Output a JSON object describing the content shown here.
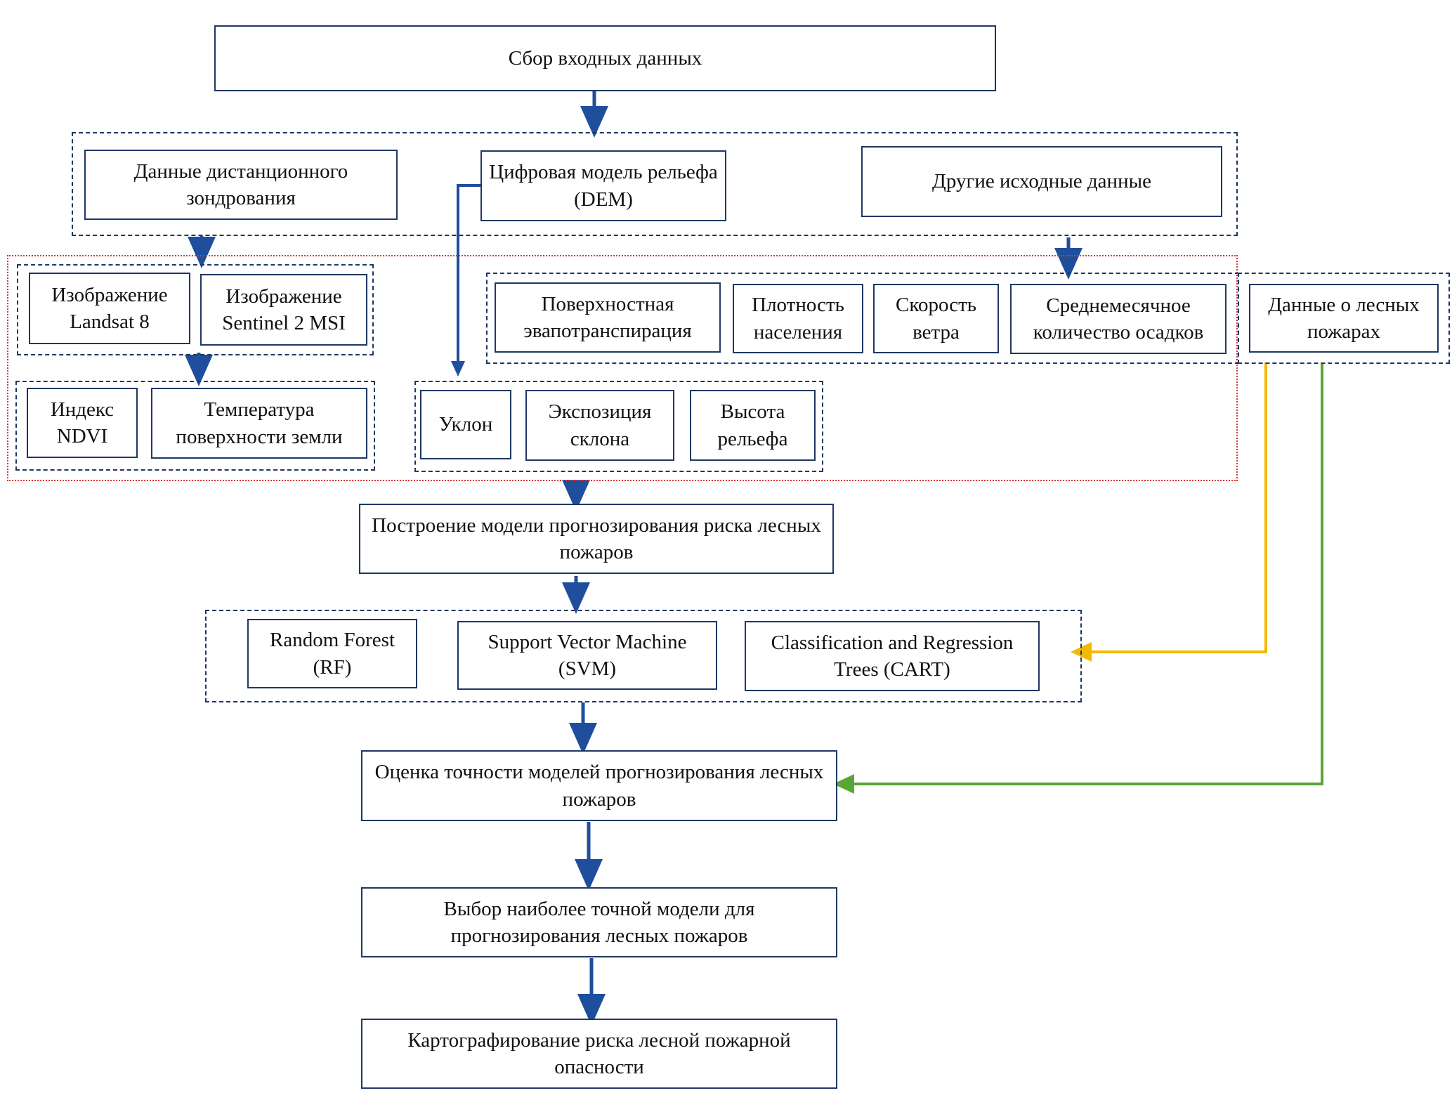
{
  "colors": {
    "box_border": "#1f3864",
    "arrow_main": "#1f4e9c",
    "arrow_yellow": "#f5b800",
    "arrow_green": "#5aa632",
    "red_frame": "#d43a3a"
  },
  "nodes": {
    "input_data": "Сбор входных данных",
    "remote_sensing": "Данные дистанционного зондрования",
    "dem": "Цифровая модель рельефа (DEM)",
    "other_data": "Другие исходные данные",
    "landsat": "Изображение Landsat 8",
    "sentinel": "Изображение Sentinel 2 MSI",
    "ndvi": "Индекс NDVI",
    "lst": "Температура поверхности земли",
    "slope": "Уклон",
    "aspect": "Экспозиция склона",
    "elevation": "Высота рельефа",
    "evapotranspiration": "Поверхностная эвапотранспирация",
    "population": "Плотность населения",
    "wind": "Скорость ветра",
    "precipitation": "Среднемесячное количество осадков",
    "fire_data": "Данные о лесных пожарах",
    "build_model": "Построение модели прогнозирования риска лесных пожаров",
    "rf": "Random Forest (RF)",
    "svm": "Support Vector Machine (SVM)",
    "cart": "Classification and Regression Trees (CART)",
    "accuracy": "Оценка точности моделей прогнозирования лесных пожаров",
    "select_model": "Выбор наиболее точной модели для прогнозирования лесных пожаров",
    "mapping": "Картографирование риска лесной пожарной опасности"
  }
}
